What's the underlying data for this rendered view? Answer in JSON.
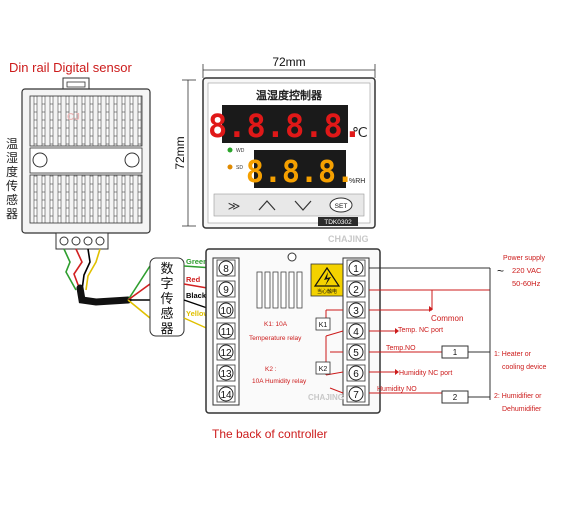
{
  "title": "Din rail Digital sensor",
  "sensor_chinese": "温湿度传感器",
  "dims": {
    "width": "72mm",
    "height": "72mm"
  },
  "front": {
    "header": "温湿度控制器",
    "temp_display": "8.8.8.8.",
    "temp_unit": "℃",
    "hum_display": "8.8.8.",
    "hum_unit": "%RH",
    "wd_label": "WD",
    "sd_label": "SD",
    "set_label": "SET",
    "model": "TDK0302",
    "watermark": "CHAJING"
  },
  "back": {
    "caption": "The back of controller",
    "module_chinese": [
      "数",
      "字",
      "传",
      "感",
      "器"
    ],
    "wires": [
      {
        "label": "Green",
        "color": "#2e9e2e"
      },
      {
        "label": "Red",
        "color": "#d12020"
      },
      {
        "label": "Black",
        "color": "#000000"
      },
      {
        "label": "Yellow",
        "color": "#e0c000"
      }
    ],
    "left_terminals": [
      "8",
      "9",
      "10",
      "11",
      "12",
      "13",
      "14"
    ],
    "right_terminals": [
      "1",
      "2",
      "3",
      "4",
      "5",
      "6",
      "7"
    ],
    "warning_text": "当心触电",
    "k1_label": "K1",
    "k1_desc": [
      "K1: 10A",
      "Temperature relay"
    ],
    "k2_label": "K2",
    "k2_desc": [
      "K2 :",
      "10A Humidity relay"
    ],
    "watermark": "CHAJING"
  },
  "power": {
    "line1": "Power  supply",
    "line2": "220 VAC",
    "line3": "50-60Hz",
    "tilde": "~"
  },
  "labels": {
    "common": "Common",
    "temp_nc": "Temp. NC port",
    "temp_no": "Temp.NO",
    "hum_nc": "Humidity NC port",
    "hum_no": "Humidity NO",
    "load1_num": "1",
    "load2_num": "2",
    "load1_desc": [
      "1: Heater or",
      "cooling device"
    ],
    "load2_desc": [
      "2: Humidifier or",
      "Dehumidifier"
    ]
  }
}
